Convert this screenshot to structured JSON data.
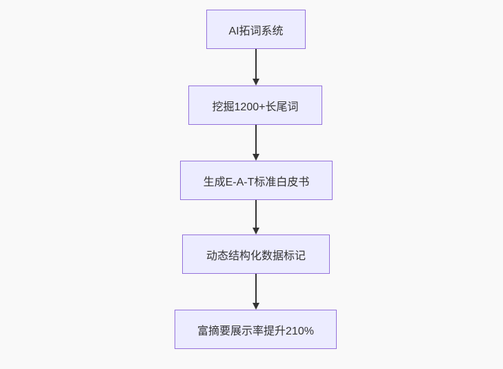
{
  "diagram": {
    "type": "flowchart",
    "direction": "top-down",
    "colors": {
      "node_fill": "#ececff",
      "node_border": "#9370db",
      "arrow": "#333333",
      "text": "#333333",
      "background": "#f9f9f9"
    },
    "nodes": [
      {
        "id": "n1",
        "label": "AI拓词系统"
      },
      {
        "id": "n2",
        "label": "挖掘1200+长尾词"
      },
      {
        "id": "n3",
        "label": "生成E-A-T标准白皮书"
      },
      {
        "id": "n4",
        "label": "动态结构化数据标记"
      },
      {
        "id": "n5",
        "label": "富摘要展示率提升210%"
      }
    ],
    "edges": [
      {
        "from": "AI拓词系统",
        "to": "挖掘1200+长尾词"
      },
      {
        "from": "挖掘1200+长尾词",
        "to": "生成E-A-T标准白皮书"
      },
      {
        "from": "生成E-A-T标准白皮书",
        "to": "动态结构化数据标记"
      },
      {
        "from": "动态结构化数据标记",
        "to": "富摘要展示率提升210%"
      }
    ]
  }
}
